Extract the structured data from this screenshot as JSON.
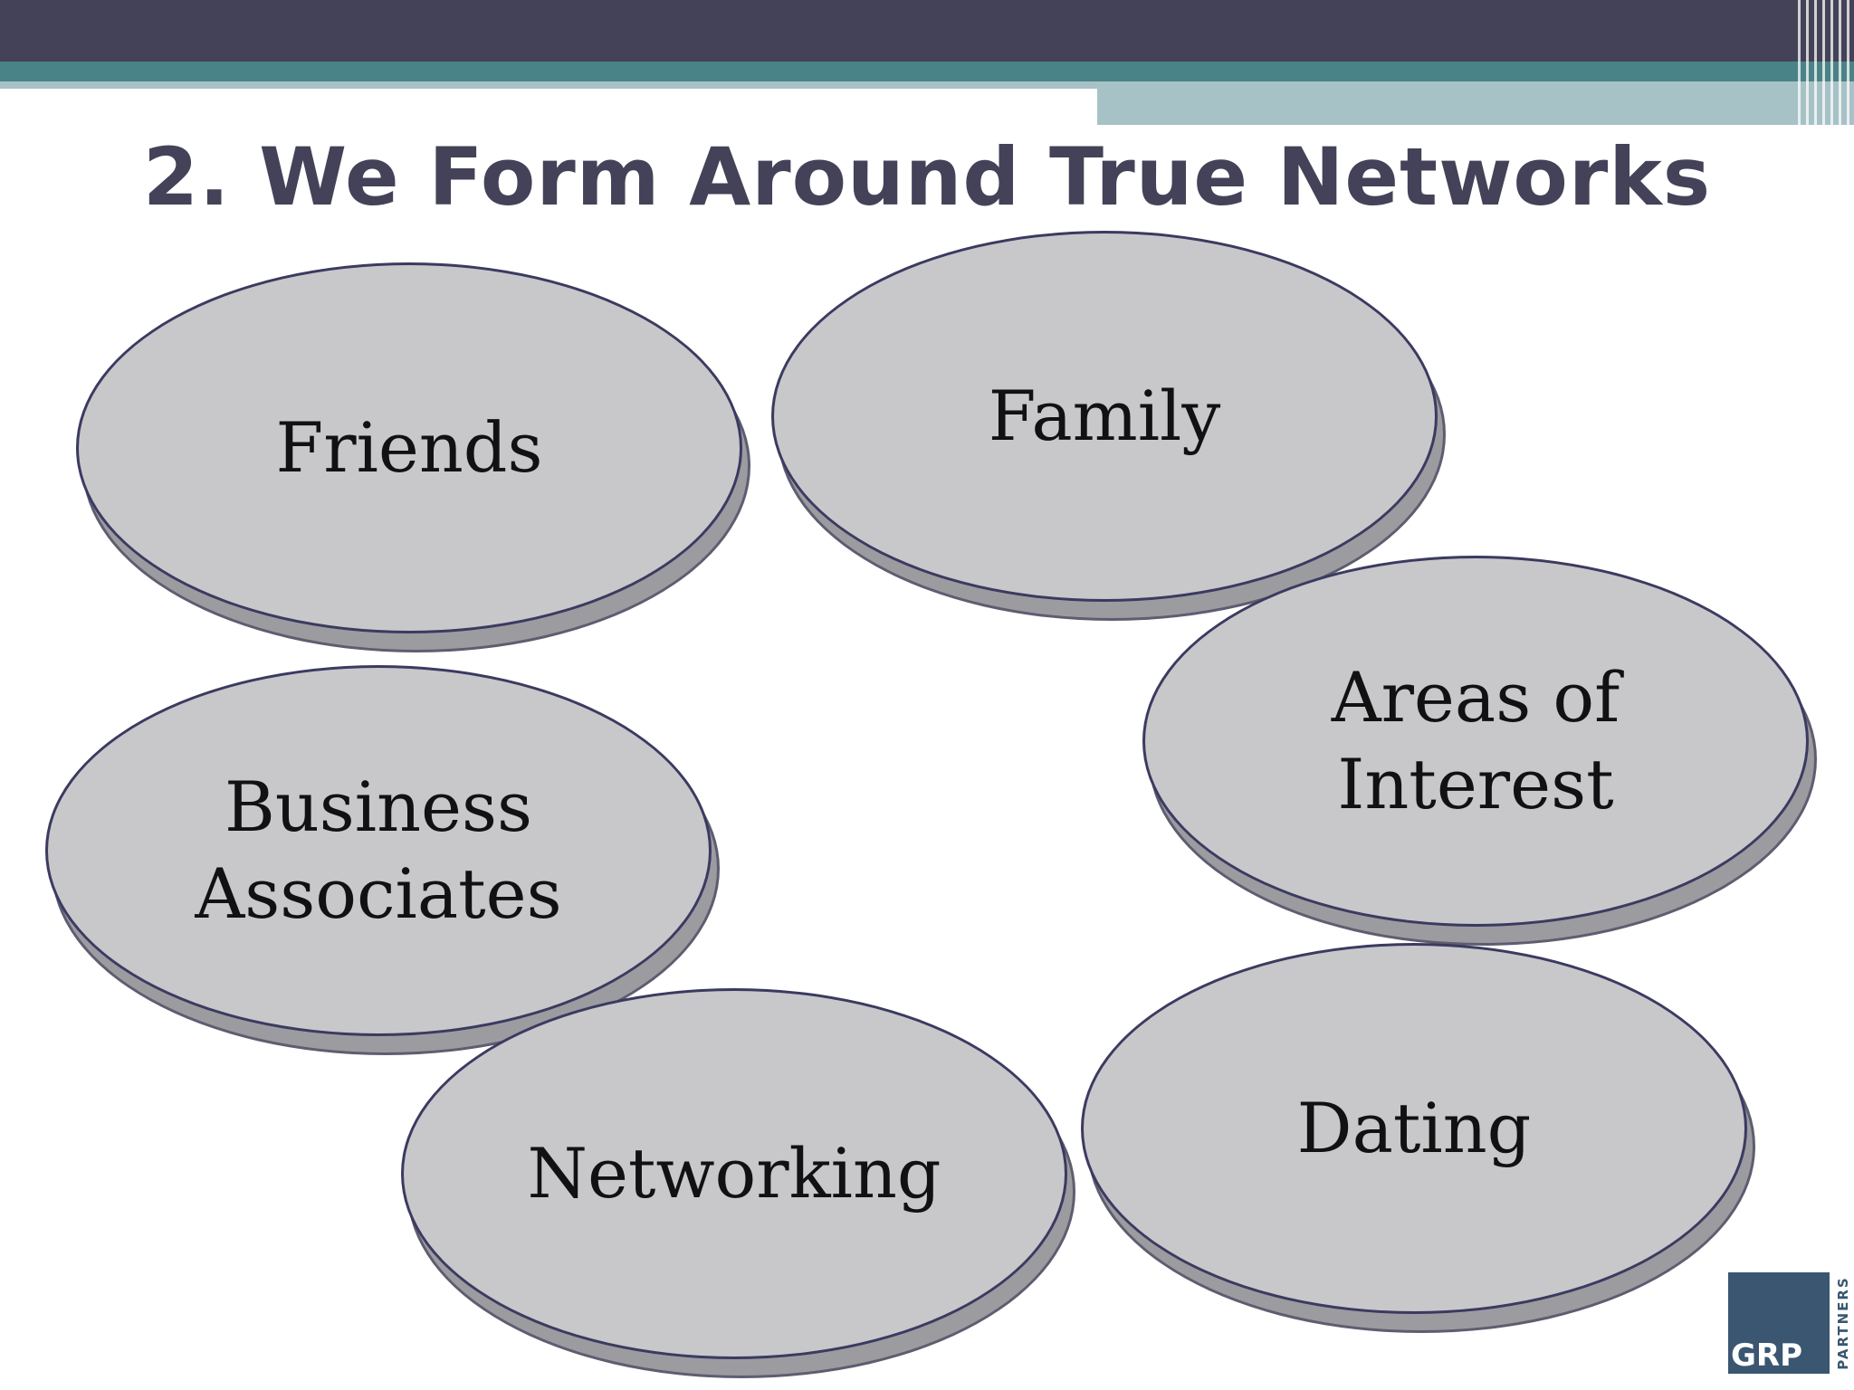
{
  "slide": {
    "title": "2. We Form Around True Networks",
    "colors": {
      "header_dark": "#444258",
      "header_teal": "#4a8387",
      "header_light": "#a7c2c6",
      "bubble_fill": "#c8c7ca",
      "bubble_border": "#3b3a60",
      "title_text": "#444258"
    }
  },
  "diagram": {
    "bubbles": [
      {
        "id": "friends",
        "label": "Friends"
      },
      {
        "id": "family",
        "label": "Family"
      },
      {
        "id": "areas-of-interest",
        "label": "Areas of\nInterest"
      },
      {
        "id": "business-associates",
        "label": "Business\nAssociates"
      },
      {
        "id": "networking",
        "label": "Networking"
      },
      {
        "id": "dating",
        "label": "Dating"
      }
    ]
  },
  "logo": {
    "name": "GRP",
    "sub": "PARTNERS"
  }
}
